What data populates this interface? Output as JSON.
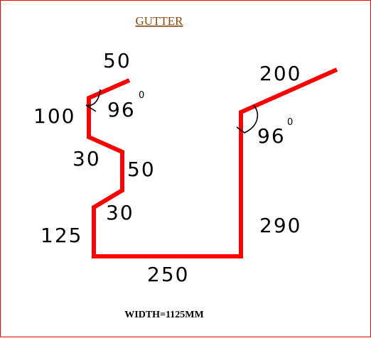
{
  "title": "GUTTER",
  "width_note": "WIDTH=1125MM",
  "colors": {
    "profile": "#ff0000",
    "border": "#ff0000",
    "title": "#8a4a10",
    "text": "#000000"
  },
  "dimensions": {
    "left_top_lip": "50",
    "left_upper": "100",
    "left_step_in": "30",
    "left_middle": "50",
    "left_step_out": "30",
    "left_lower": "125",
    "bottom": "250",
    "right_side": "290",
    "right_top_lip": "200"
  },
  "angles": {
    "left": {
      "value": "96",
      "unit_mark": "0"
    },
    "right": {
      "value": "96",
      "unit_mark": "0"
    }
  }
}
